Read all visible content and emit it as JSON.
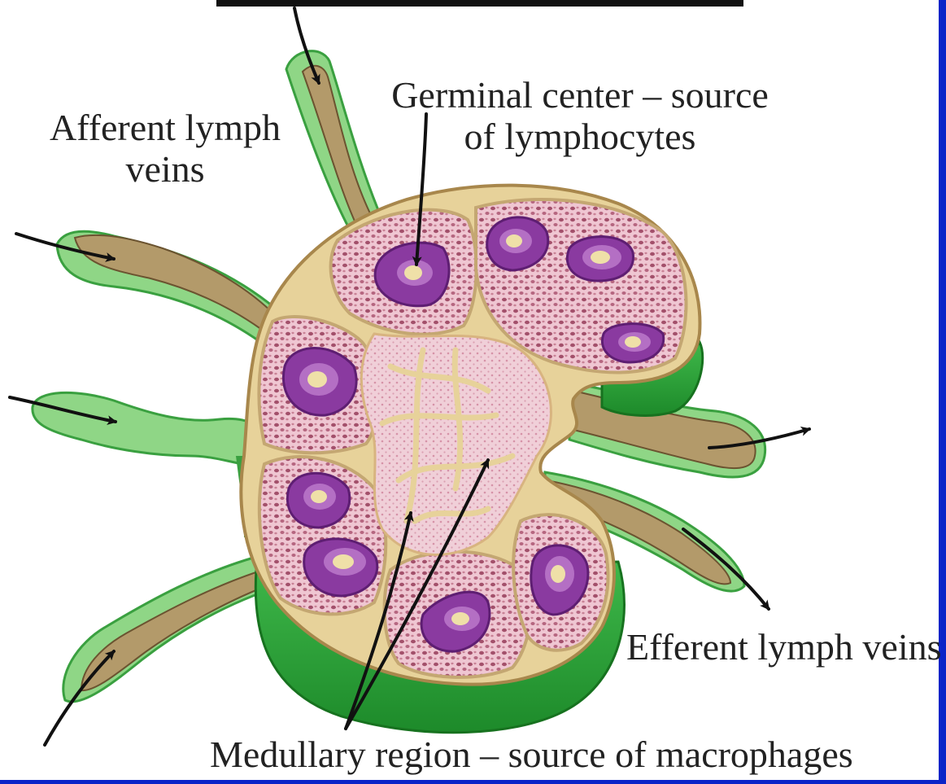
{
  "labels": {
    "afferent_line1": "Afferent lymph",
    "afferent_line2": "veins",
    "germinal_line1": "Germinal center – source",
    "germinal_line2": "of lymphocytes",
    "efferent": "Efferent lymph veins",
    "medullary": "Medullary region – source of macrophages"
  },
  "colors": {
    "capsule_green": "#2fa53a",
    "light_green": "#8fd686",
    "vessel_tan": "#b39a6a",
    "tissue_pink": "#e8b9c8",
    "lymphocyte_dots": "#9a4a62",
    "germinal_purple": "#8a3aa0",
    "germinal_core": "#e7d29a",
    "frame_blue": "#0a24c8"
  }
}
